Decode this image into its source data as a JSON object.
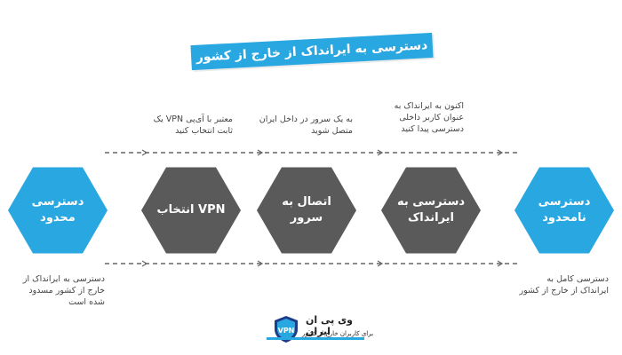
{
  "title": "دسترسی به ایرانداک از خارج از کشور",
  "colors": {
    "blue": "#29a7e1",
    "gray": "#5a5a5a",
    "dash": "#666666"
  },
  "steps": [
    {
      "label": "دسترسی محدود",
      "color": "blue"
    },
    {
      "label": "VPN انتخاب",
      "color": "gray"
    },
    {
      "label": "اتصال به سرور",
      "color": "gray"
    },
    {
      "label": "دسترسی به ایرانداک",
      "color": "gray"
    },
    {
      "label": "دسترسی نامحدود",
      "color": "blue"
    }
  ],
  "notes_top": [
    "معتبر با آی‌پی VPN یک\nثابت انتخاب کنید",
    "به یک سرور در داخل ایران\nمتصل شوید",
    "اکنون به ایرانداک به\nعنوان کاربر داخلی\nدسترسی پیدا کنید"
  ],
  "notes_bottom": [
    "دسترسی به ایرانداک از\nخارج از کشور مسدود\nشده است",
    "دسترسی کامل به\nایرانداک از خارج از کشور"
  ],
  "logo": {
    "badge": "VPN",
    "name": "وی پی ان ایران",
    "slogan": "برای کاربران خارج از کشور"
  }
}
